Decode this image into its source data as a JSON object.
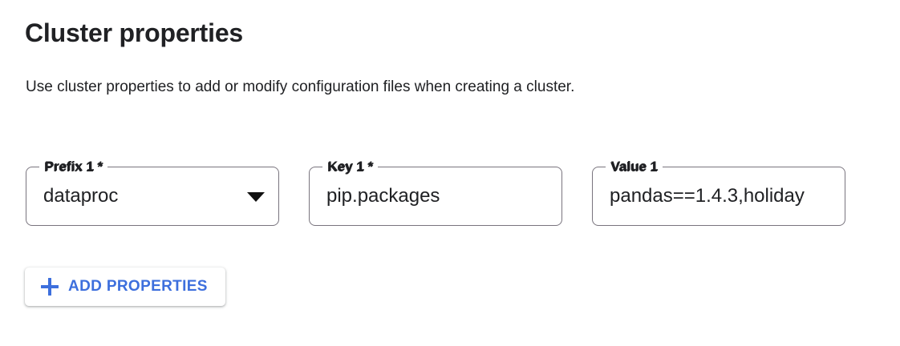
{
  "section": {
    "title": "Cluster properties",
    "description": "Use cluster properties to add or modify configuration files when creating a cluster."
  },
  "colors": {
    "accent_blue": "#3d6fdd",
    "text_primary": "#202124",
    "field_border": "#79747e",
    "background": "#ffffff"
  },
  "property_rows": [
    {
      "prefix": {
        "label": "Prefix 1 *",
        "value": "dataproc",
        "control": "select",
        "icon": "chevron-down-icon",
        "required": true
      },
      "key": {
        "label": "Key 1 *",
        "value": "pip.packages",
        "control": "text",
        "required": true
      },
      "value": {
        "label": "Value 1",
        "value": "pandas==1.4.3,holiday",
        "control": "text",
        "required": false
      }
    }
  ],
  "add_button": {
    "label": "ADD PROPERTIES",
    "icon": "plus-icon"
  }
}
